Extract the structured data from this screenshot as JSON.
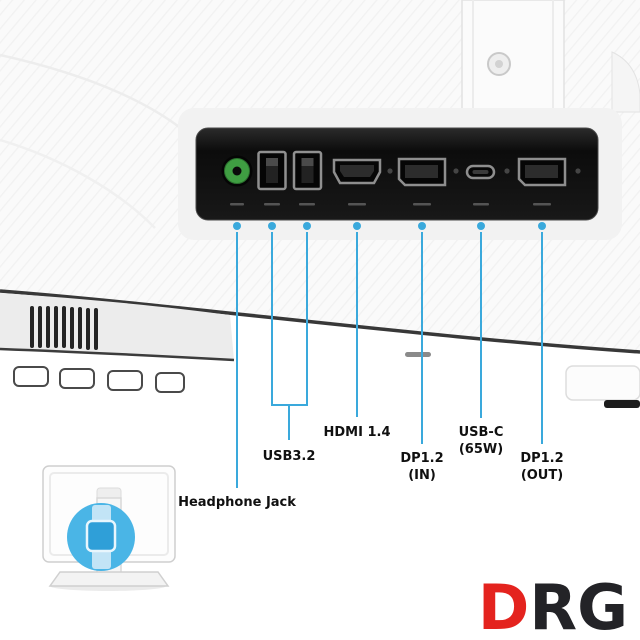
{
  "figure": {
    "description": "Bottom view of a white monitor showing its connection ports with labeled callouts, a small rear-view thumbnail highlighting the port area, and a brand logo."
  },
  "ports": [
    {
      "name": "headphone-jack",
      "label": "Headphone Jack"
    },
    {
      "name": "usb-a-1",
      "label": "USB3.2"
    },
    {
      "name": "usb-a-2",
      "label": "USB3.2"
    },
    {
      "name": "hdmi",
      "label": "HDMI 1.4"
    },
    {
      "name": "dp-in",
      "label": "DP1.2 (IN)"
    },
    {
      "name": "usb-c",
      "label": "USB-C (65W)"
    },
    {
      "name": "dp-out",
      "label": "DP1.2 (OUT)"
    }
  ],
  "callouts": {
    "headphone": {
      "line1": "Headphone Jack"
    },
    "usb": {
      "line1": "USB3.2"
    },
    "hdmi": {
      "line1": "HDMI 1.4"
    },
    "dp_in": {
      "line1": "DP1.2",
      "line2": "(IN)"
    },
    "usb_c": {
      "line1": "USB-C",
      "line2": "(65W)"
    },
    "dp_out": {
      "line1": "DP1.2",
      "line2": "(OUT)"
    }
  },
  "logo": {
    "d": "D",
    "rg": "RG"
  },
  "colors": {
    "callout_blue": "#3aa9dc",
    "jack_green": "#3f9e42",
    "panel_black": "#141414",
    "highlight_blue": "#4ab5e6",
    "logo_red": "#e4231e",
    "logo_dark": "#232327"
  }
}
